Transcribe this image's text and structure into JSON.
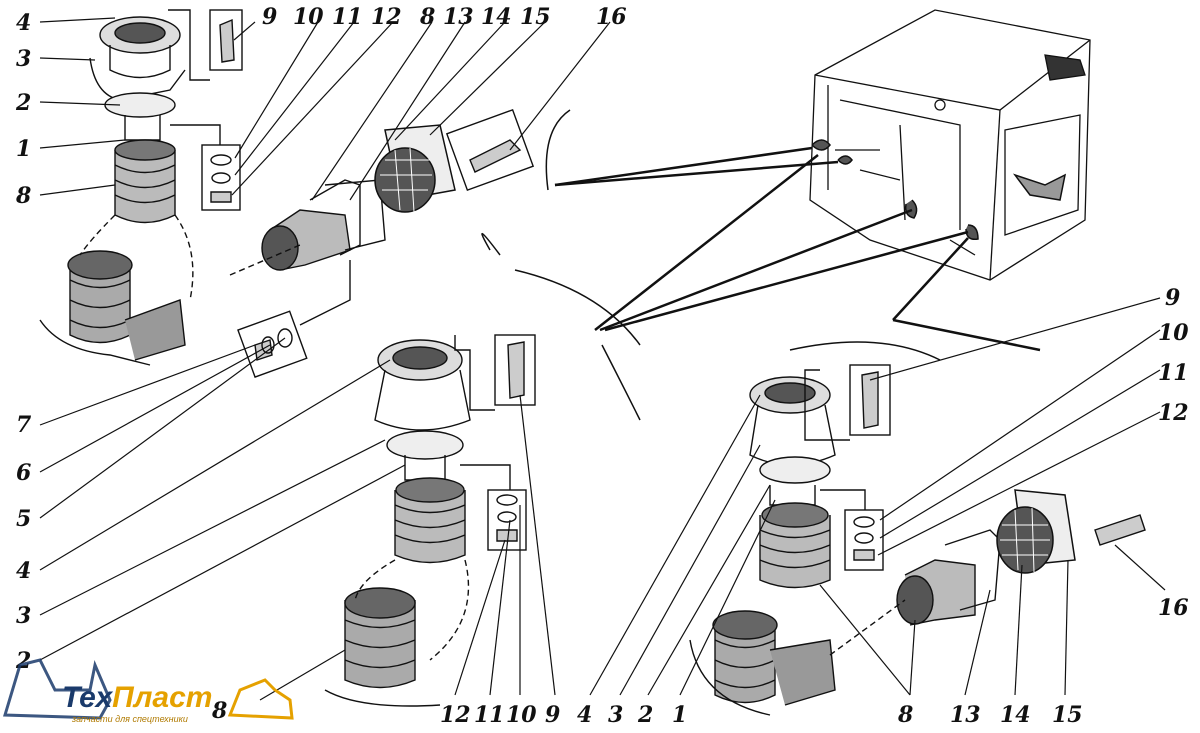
{
  "brand": {
    "name_part1": "Тех",
    "name_part2": "Пласт",
    "tagline": "запчасти для спецтехники",
    "color_dark": "#1a3a6b",
    "color_accent": "#e5a100"
  },
  "callouts": {
    "top_left": [
      "4",
      "3",
      "2",
      "1",
      "8",
      "9",
      "10",
      "11",
      "12",
      "8",
      "13",
      "14",
      "15",
      "16"
    ],
    "left_side": [
      "7",
      "6",
      "5",
      "4",
      "3",
      "2",
      "8"
    ],
    "bottom_center": [
      "12",
      "11",
      "10",
      "9",
      "4",
      "3",
      "2",
      "1"
    ],
    "right": [
      "9",
      "10",
      "11",
      "12",
      "16"
    ],
    "bottom_right": [
      "8",
      "13",
      "14",
      "15"
    ]
  }
}
